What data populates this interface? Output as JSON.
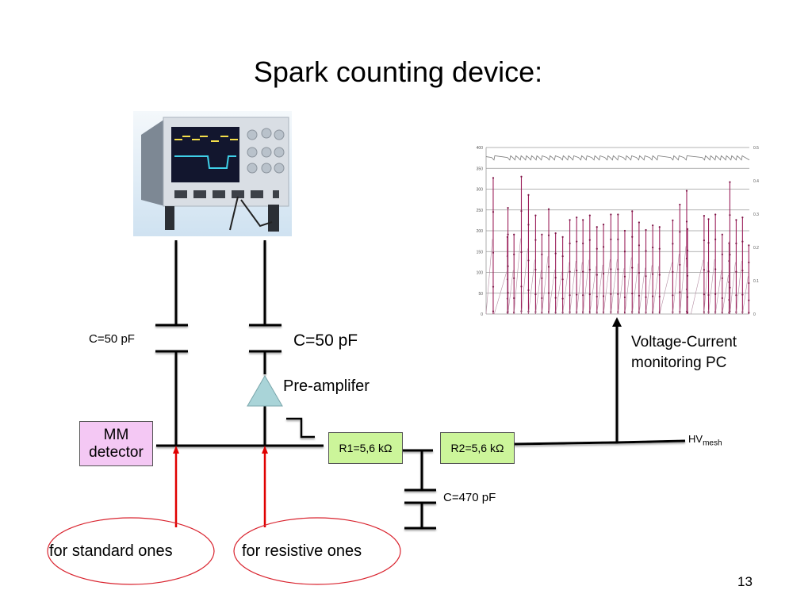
{
  "slide": {
    "title": "Spark counting device:",
    "page_number": "13"
  },
  "diagram": {
    "oscilloscope": {
      "icon": "oscilloscope-image"
    },
    "capacitor_left_label": "C=50 pF",
    "capacitor_right_label": "C=50 pF",
    "preamp_label": "Pre-amplifer",
    "detector_label_line1": "MM",
    "detector_label_line2": "detector",
    "r1_label": "R1=5,6 kΩ",
    "r2_label": "R2=5,6 kΩ",
    "capacitor_bottom_label": "C=470 pF",
    "hv_label_main": "HV",
    "hv_label_sub": "mesh",
    "monitor_label_line1": "Voltage-Current",
    "monitor_label_line2": "monitoring PC",
    "ellipse_left_label": "for standard ones",
    "ellipse_right_label": "for resistive ones",
    "colors": {
      "detector_fill": "#f4c8f4",
      "resistor_fill": "#ccf59a",
      "preamp_fill": "#a9d4d8",
      "arrow_red": "#e00000",
      "ellipse_red": "#d9232e",
      "current_series": "#9b1f5a",
      "voltage_series": "#7a7a7a"
    }
  },
  "chart_data": {
    "type": "line",
    "title": "",
    "xlabel": "",
    "ylabel": "",
    "ylim": [
      0,
      400
    ],
    "yticks": [
      "0",
      "50",
      "100",
      "150",
      "200",
      "250",
      "300",
      "350",
      "400"
    ],
    "y2lim": [
      0,
      0.5
    ],
    "y2ticks": [
      "0",
      "0.1",
      "0.2",
      "0.3",
      "0.4",
      "0.5"
    ],
    "grid": true,
    "legend": "none",
    "x_range": [
      0,
      1
    ],
    "series": [
      {
        "name": "voltage",
        "axis": "left",
        "baseline": 378,
        "dip": 370,
        "teeth_x": [
          0.03,
          0.09,
          0.11,
          0.13,
          0.15,
          0.17,
          0.19,
          0.21,
          0.24,
          0.26,
          0.29,
          0.31,
          0.33,
          0.36,
          0.38,
          0.41,
          0.43,
          0.46,
          0.48,
          0.5,
          0.53,
          0.55,
          0.58,
          0.6,
          0.63,
          0.65,
          0.71,
          0.73,
          0.76,
          0.83,
          0.85,
          0.87,
          0.89,
          0.91,
          0.93,
          0.95,
          0.97
        ]
      },
      {
        "name": "current",
        "axis": "left",
        "spikes": [
          {
            "x": 0.027,
            "peak": 327
          },
          {
            "x": 0.081,
            "peak": 185
          },
          {
            "x": 0.083,
            "peak": 255
          },
          {
            "x": 0.106,
            "peak": 191
          },
          {
            "x": 0.134,
            "peak": 330
          },
          {
            "x": 0.161,
            "peak": 286
          },
          {
            "x": 0.188,
            "peak": 237
          },
          {
            "x": 0.212,
            "peak": 191
          },
          {
            "x": 0.238,
            "peak": 252
          },
          {
            "x": 0.264,
            "peak": 194
          },
          {
            "x": 0.291,
            "peak": 185
          },
          {
            "x": 0.318,
            "peak": 226
          },
          {
            "x": 0.344,
            "peak": 232
          },
          {
            "x": 0.368,
            "peak": 226
          },
          {
            "x": 0.394,
            "peak": 237
          },
          {
            "x": 0.421,
            "peak": 209
          },
          {
            "x": 0.446,
            "peak": 215
          },
          {
            "x": 0.474,
            "peak": 239
          },
          {
            "x": 0.501,
            "peak": 239
          },
          {
            "x": 0.527,
            "peak": 200
          },
          {
            "x": 0.555,
            "peak": 247
          },
          {
            "x": 0.581,
            "peak": 220
          },
          {
            "x": 0.607,
            "peak": 202
          },
          {
            "x": 0.633,
            "peak": 213
          },
          {
            "x": 0.659,
            "peak": 209
          },
          {
            "x": 0.709,
            "peak": 225
          },
          {
            "x": 0.736,
            "peak": 263
          },
          {
            "x": 0.762,
            "peak": 296
          },
          {
            "x": 0.765,
            "peak": 204
          },
          {
            "x": 0.828,
            "peak": 236
          },
          {
            "x": 0.845,
            "peak": 228
          },
          {
            "x": 0.871,
            "peak": 239
          },
          {
            "x": 0.897,
            "peak": 191
          },
          {
            "x": 0.923,
            "peak": 170
          },
          {
            "x": 0.926,
            "peak": 317
          },
          {
            "x": 0.95,
            "peak": 226
          },
          {
            "x": 0.974,
            "peak": 232
          },
          {
            "x": 0.998,
            "peak": 165
          }
        ]
      }
    ]
  }
}
